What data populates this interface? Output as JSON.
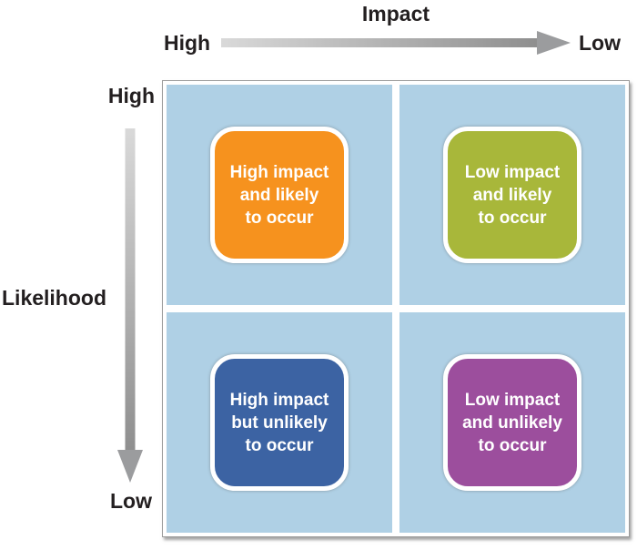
{
  "impact_axis": {
    "title": "Impact",
    "start_label": "High",
    "end_label": "Low"
  },
  "likelihood_axis": {
    "title": "Likelihood",
    "start_label": "High",
    "end_label": "Low"
  },
  "quadrants": [
    {
      "position": "top-left",
      "text": "High impact\nand likely\nto occur",
      "color": "#F6921E"
    },
    {
      "position": "top-right",
      "text": "Low impact\nand likely\nto occur",
      "color": "#A8B73A"
    },
    {
      "position": "bottom-left",
      "text": "High impact\nbut unlikely\nto occur",
      "color": "#3C63A3"
    },
    {
      "position": "bottom-right",
      "text": "Low impact\nand unlikely\nto occur",
      "color": "#9C4E9D"
    }
  ],
  "colors": {
    "quadrant_background": "#AFD0E5",
    "box_text": "#FFFFFF",
    "axis_text": "#231F20",
    "arrow_gradient_start": "#D9D9D9",
    "arrow_gradient_end": "#8E8E8E",
    "arrowhead": "#9B9C9E"
  }
}
